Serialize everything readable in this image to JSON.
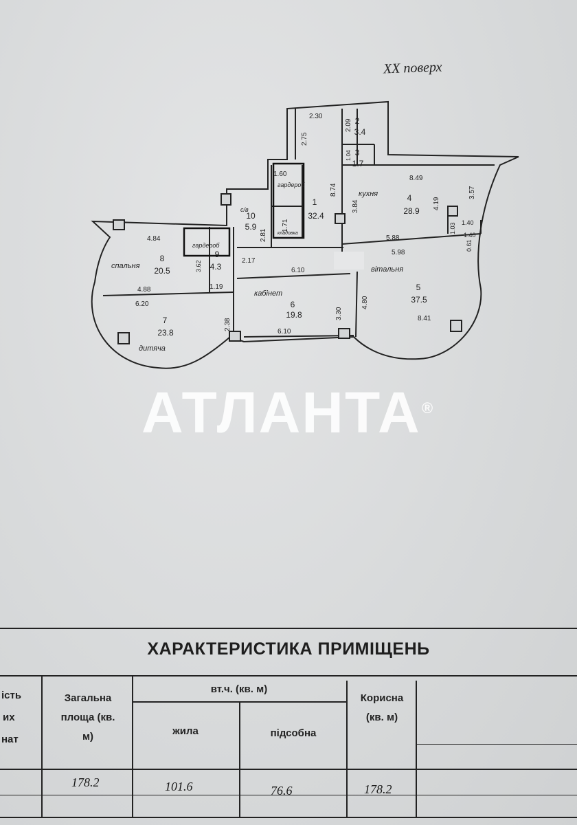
{
  "floor_label": "XX поверх",
  "watermark": {
    "text": "АТЛАНТА",
    "mark": "®"
  },
  "rooms": [
    {
      "num": "1",
      "area": "32.4"
    },
    {
      "num": "2",
      "area": "3.4"
    },
    {
      "num": "3",
      "area": "1.7"
    },
    {
      "num": "4",
      "area": "28.9",
      "name": "кухня"
    },
    {
      "num": "5",
      "area": "37.5",
      "name": "вітальня"
    },
    {
      "num": "6",
      "area": "19.8",
      "name": "кабінет"
    },
    {
      "num": "7",
      "area": "23.8",
      "name": "дитяча"
    },
    {
      "num": "8",
      "area": "20.5",
      "name": "спальня"
    },
    {
      "num": "9",
      "area": "4.3"
    },
    {
      "num": "10",
      "area": "5.9",
      "name": "с/в"
    }
  ],
  "closets": {
    "g1": "гардероб",
    "g2": "гардероб",
    "pantry": "кладовка"
  },
  "dimensions": {
    "d230": "2.30",
    "d209": "2.09",
    "d104": "1.04",
    "d275": "2.75",
    "d160": "1.60",
    "d874": "8.74",
    "d849": "8.49",
    "d384": "3.84",
    "d419": "4.19",
    "d357": "3.57",
    "d103": "1.03",
    "d140a": "1.40",
    "d140b": "1.40",
    "d061": "0.61",
    "d588": "5.88",
    "d598": "5.98",
    "d484": "4.84",
    "d281": "2.81",
    "d171": "1.71",
    "d217": "2.17",
    "d362": "3.62",
    "d119": "1.19",
    "d610a": "6.10",
    "d488": "4.88",
    "d620": "6.20",
    "d480": "4.80",
    "d330": "3.30",
    "d841": "8.41",
    "d238": "2.38",
    "d610b": "6.10"
  },
  "table": {
    "title": "ХАРАКТЕРИСТИКА ПРИМІЩЕНЬ",
    "col_stub": [
      "ість",
      "их",
      "нат"
    ],
    "col_total": "Загальна площа (кв. м)",
    "col_incl": "вт.ч. (кв. м)",
    "col_living": "жила",
    "col_aux": "підсобна",
    "col_useful": "Корисна (кв. м)",
    "values": {
      "total": "178.2",
      "living": "101.6",
      "aux": "76.6",
      "useful": "178.2"
    }
  }
}
